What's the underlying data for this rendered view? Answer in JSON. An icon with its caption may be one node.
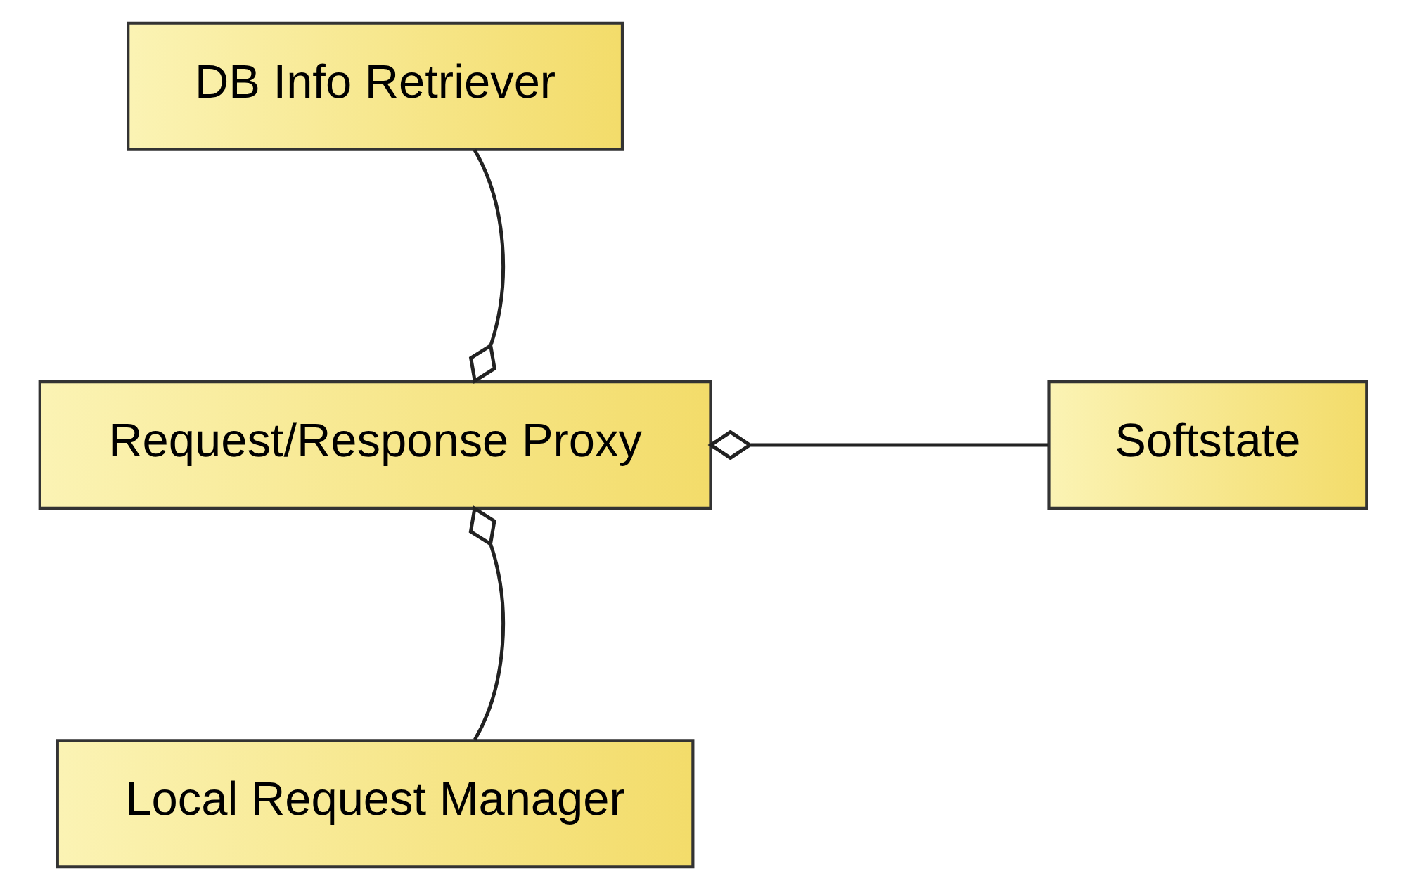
{
  "diagram": {
    "nodes": [
      {
        "text": [
          "DB Info Retriever"
        ]
      },
      {
        "text": [
          "Request/Response Proxy"
        ]
      },
      {
        "text": [
          "Softstate"
        ]
      },
      {
        "text": [
          "Local Request Manager"
        ]
      }
    ],
    "edges": [
      {
        "from": 0,
        "to": 1,
        "arrow": "other"
      },
      {
        "from": 2,
        "to": 1,
        "arrow": "other"
      },
      {
        "from": 3,
        "to": 1,
        "arrow": "other"
      }
    ]
  }
}
